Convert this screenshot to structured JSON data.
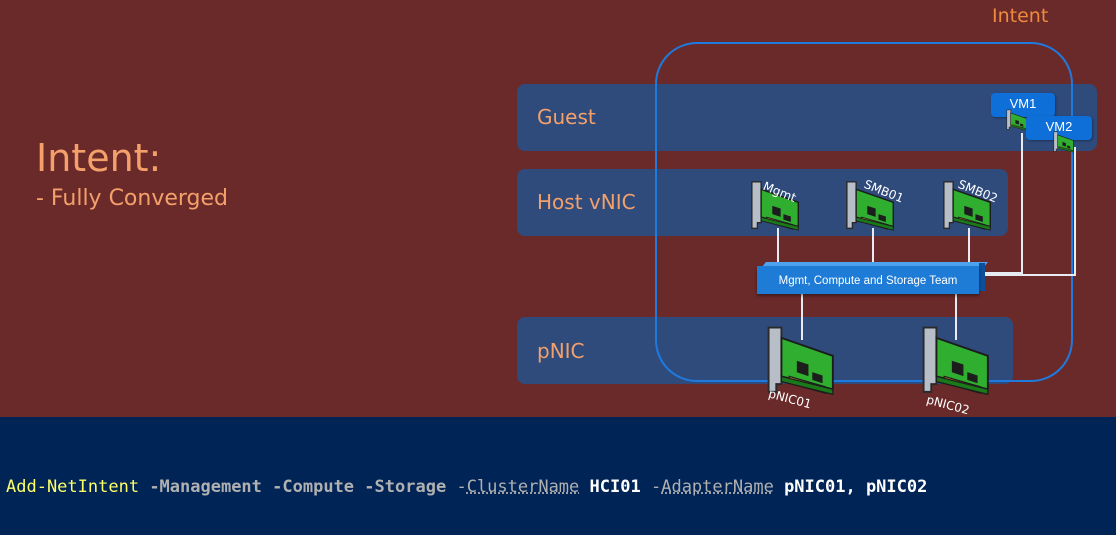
{
  "slide": {
    "title": "Intent:",
    "subtitle": "- Fully Converged",
    "intent_label": "Intent"
  },
  "diagram": {
    "layers": {
      "guest": "Guest",
      "host_vnic": "Host vNIC",
      "pnic": "pNIC"
    },
    "vms": [
      "VM1",
      "VM2"
    ],
    "host_vnics": [
      "Mgmt",
      "SMB01",
      "SMB02"
    ],
    "team": "Mgmt, Compute and Storage Team",
    "physical_nics": [
      "pNIC01",
      "pNIC02"
    ],
    "colors": {
      "slide_bg": "#6b2a2a",
      "layer_bg": "#2f4b7c",
      "intent_border": "#1f7ae0",
      "accent_text": "#f4a06b",
      "team_bar": "#1e7bd6",
      "console_bg": "#012456"
    },
    "icons": [
      "network-card-icon"
    ]
  },
  "command": {
    "cmdlet": "Add-NetIntent",
    "p1": "-Management",
    "p2": "-Compute",
    "p3": "-Storage",
    "p4_dash": "-",
    "p4_name": "ClusterName",
    "v4": "HCI01",
    "p5_dash": "-",
    "p5_name": "AdapterName",
    "v5": "pNIC01, pNIC02"
  }
}
